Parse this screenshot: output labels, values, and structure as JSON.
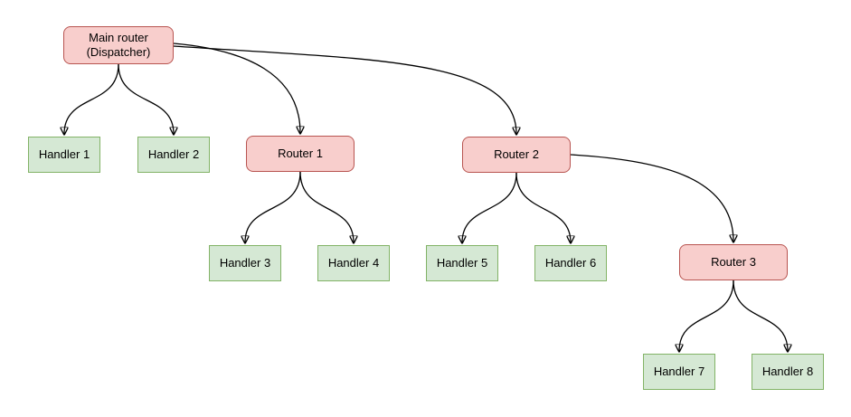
{
  "diagram": {
    "colors": {
      "router_fill": "#f8cecc",
      "router_stroke": "#b85450",
      "handler_fill": "#d5e8d4",
      "handler_stroke": "#82b366",
      "edge": "#000000",
      "background": "#ffffff"
    },
    "nodes": [
      {
        "id": "main",
        "type": "router",
        "label": "Main router (Dispatcher)",
        "label_lines": [
          "Main router",
          "(Dispatcher)"
        ]
      },
      {
        "id": "h1",
        "type": "handler",
        "label": "Handler 1"
      },
      {
        "id": "h2",
        "type": "handler",
        "label": "Handler 2"
      },
      {
        "id": "r1",
        "type": "router",
        "label": "Router 1"
      },
      {
        "id": "r2",
        "type": "router",
        "label": "Router 2"
      },
      {
        "id": "h3",
        "type": "handler",
        "label": "Handler 3"
      },
      {
        "id": "h4",
        "type": "handler",
        "label": "Handler 4"
      },
      {
        "id": "h5",
        "type": "handler",
        "label": "Handler 5"
      },
      {
        "id": "h6",
        "type": "handler",
        "label": "Handler 6"
      },
      {
        "id": "r3",
        "type": "router",
        "label": "Router 3"
      },
      {
        "id": "h7",
        "type": "handler",
        "label": "Handler 7"
      },
      {
        "id": "h8",
        "type": "handler",
        "label": "Handler 8"
      }
    ],
    "edges": [
      {
        "from": "main",
        "to": "h1"
      },
      {
        "from": "main",
        "to": "h2"
      },
      {
        "from": "main",
        "to": "r1"
      },
      {
        "from": "main",
        "to": "r2"
      },
      {
        "from": "r1",
        "to": "h3"
      },
      {
        "from": "r1",
        "to": "h4"
      },
      {
        "from": "r2",
        "to": "h5"
      },
      {
        "from": "r2",
        "to": "h6"
      },
      {
        "from": "r2",
        "to": "r3"
      },
      {
        "from": "r3",
        "to": "h7"
      },
      {
        "from": "r3",
        "to": "h8"
      }
    ]
  }
}
